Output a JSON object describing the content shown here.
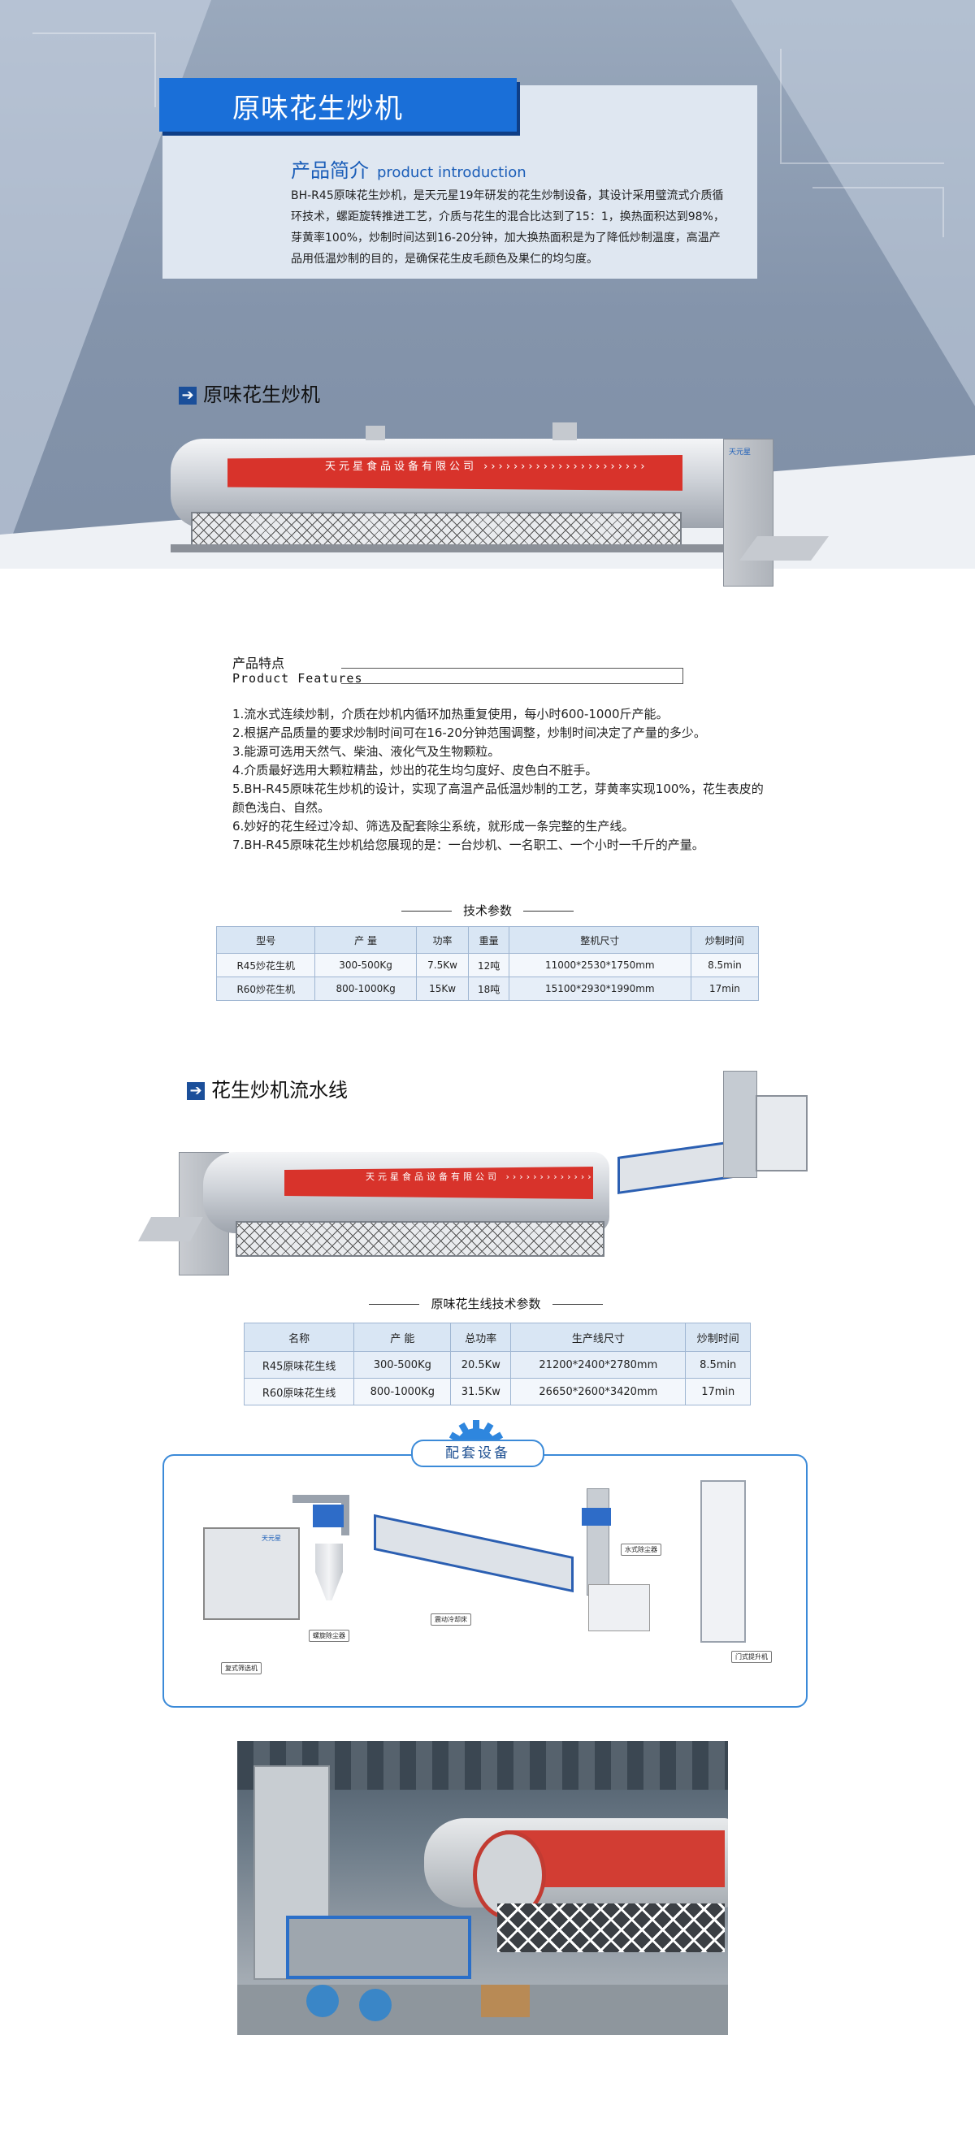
{
  "hero": {
    "title": "原味花生炒机",
    "intro_title_cn": "产品简介",
    "intro_title_en": "product introduction",
    "intro_text": "BH-R45原味花生炒机，是天元星19年研发的花生炒制设备，其设计采用璧流式介质循环技术，螺距旋转推进工艺，介质与花生的混合比达到了15：1，换热面积达到98%，芽黄率100%，炒制时间达到16-20分钟，加大换热面积是为了降低炒制温度，高温产品用低温炒制的目的，是确保花生皮毛颜色及果仁的均匀度。"
  },
  "section1": {
    "title": "原味花生炒机",
    "machine_band": "天元星食品设备有限公司",
    "cabinet_logo": "天元星"
  },
  "features": {
    "head_cn": "产品特点",
    "head_en": "Product Features",
    "items": [
      "1.流水式连续炒制，介质在炒机内循环加热重复使用，每小时600-1000斤产能。",
      "2.根据产品质量的要求炒制时间可在16-20分钟范围调整，炒制时间决定了产量的多少。",
      "3.能源可选用天然气、柴油、液化气及生物颗粒。",
      "4.介质最好选用大颗粒精盐，炒出的花生均匀度好、皮色白不脏手。",
      "5.BH-R45原味花生炒机的设计，实现了高温产品低温炒制的工艺，芽黄率实现100%，花生表皮的颜色浅白、自然。",
      "6.妙好的花生经过冷却、筛选及配套除尘系统，就形成一条完整的生产线。",
      "7.BH-R45原味花生炒机给您展现的是：一台炒机、一名职工、一个小时一千斤的产量。"
    ]
  },
  "table1": {
    "title": "技术参数",
    "headers": [
      "型号",
      "产 量",
      "功率",
      "重量",
      "整机尺寸",
      "炒制时间"
    ],
    "rows": [
      [
        "R45炒花生机",
        "300-500Kg",
        "7.5Kw",
        "12吨",
        "11000*2530*1750mm",
        "8.5min"
      ],
      [
        "R60炒花生机",
        "800-1000Kg",
        "15Kw",
        "18吨",
        "15100*2930*1990mm",
        "17min"
      ]
    ]
  },
  "section2": {
    "title": "花生炒机流水线",
    "machine_band": "天元星食品设备有限公司"
  },
  "table2": {
    "title": "原味花生线技术参数",
    "headers": [
      "名称",
      "产 能",
      "总功率",
      "生产线尺寸",
      "炒制时间"
    ],
    "rows": [
      [
        "R45原味花生线",
        "300-500Kg",
        "20.5Kw",
        "21200*2400*2780mm",
        "8.5min"
      ],
      [
        "R60原味花生线",
        "800-1000Kg",
        "31.5Kw",
        "26650*2600*3420mm",
        "17min"
      ]
    ]
  },
  "aux": {
    "label": "配套设备",
    "captions": [
      "螺旋除尘器",
      "复式筛选机",
      "震动冷却床",
      "水式除尘器",
      "门式提升机"
    ],
    "logo": "天元星"
  }
}
